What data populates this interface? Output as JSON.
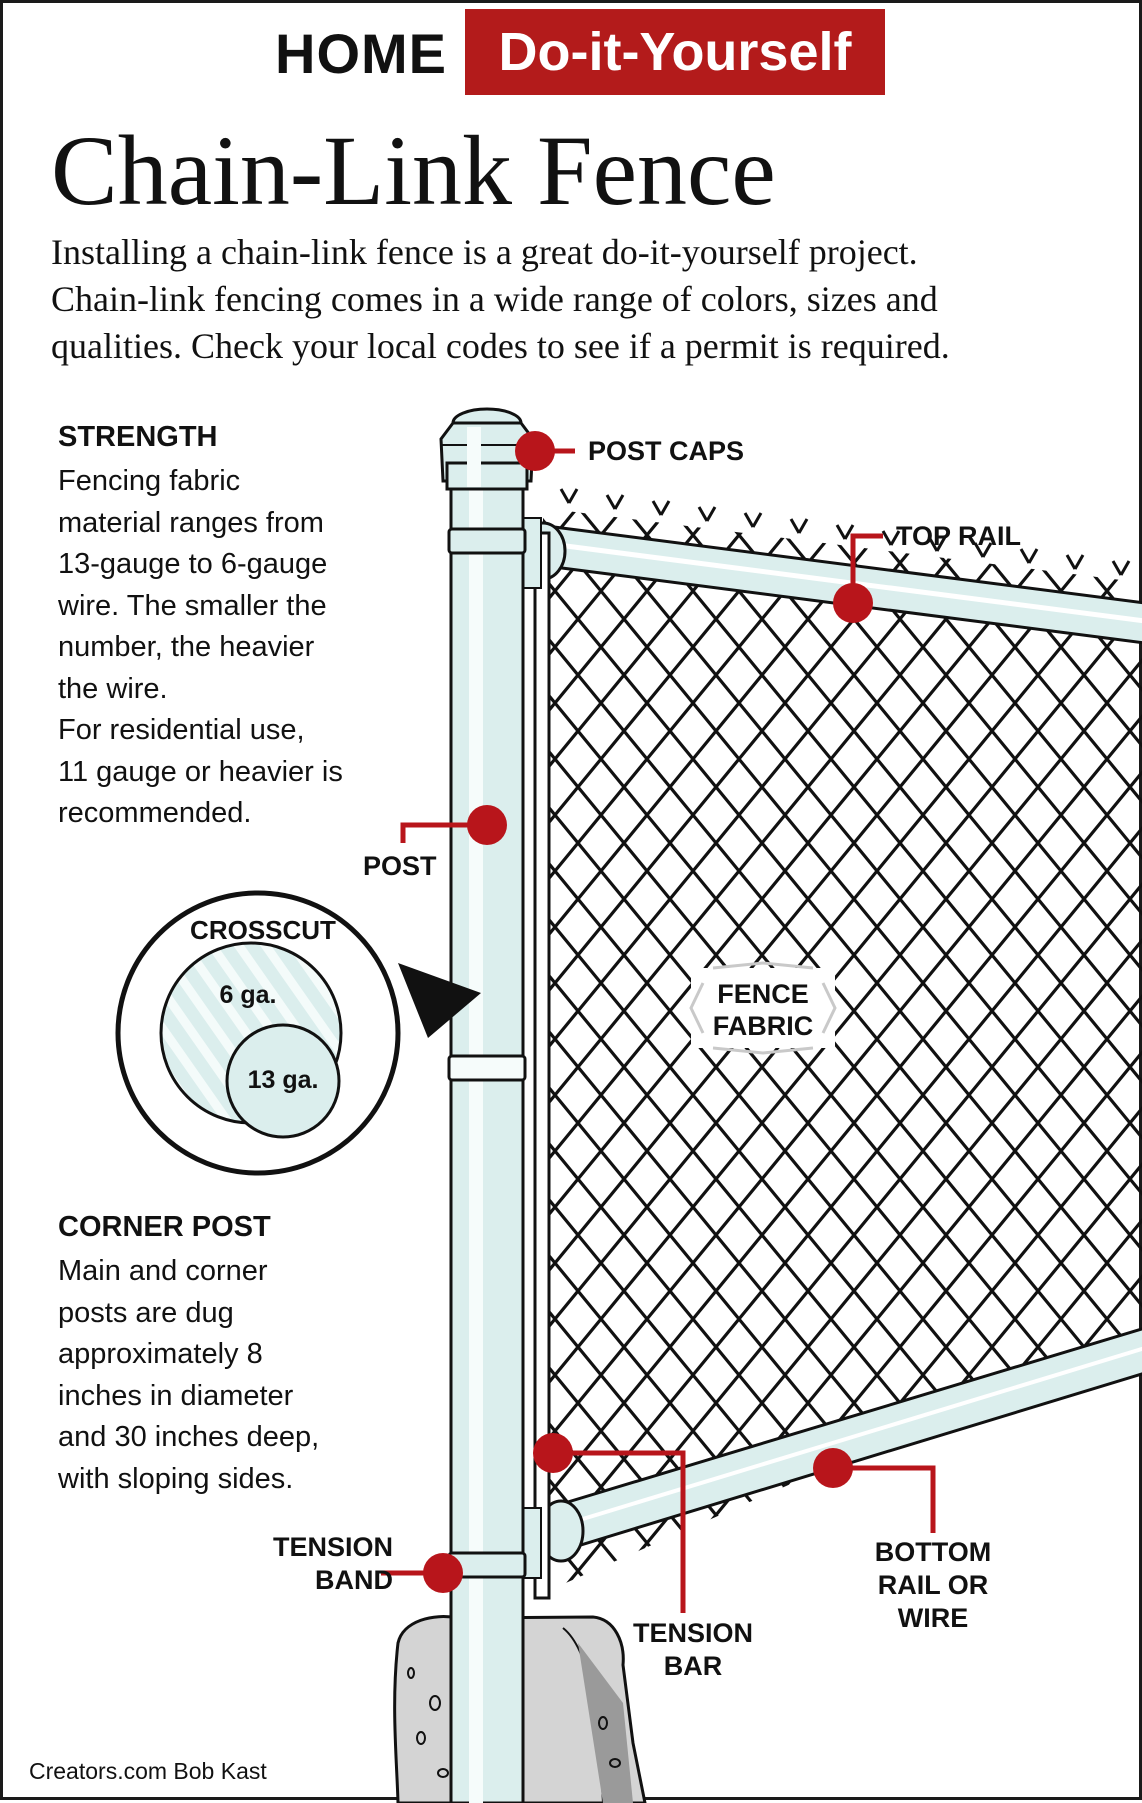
{
  "header": {
    "home": "HOME",
    "diy": "Do-it-Yourself"
  },
  "title": "Chain-Link Fence",
  "intro_lines": [
    "Installing a chain-link fence is a great do-it-yourself project.",
    "Chain-link fencing comes in a wide range of colors, sizes and",
    "qualities. Check your local codes to see if a permit is required."
  ],
  "strength": {
    "heading": "STRENGTH",
    "lines": [
      "Fencing fabric",
      "material ranges from",
      "13-gauge to 6-gauge",
      "wire. The smaller the",
      "number, the heavier",
      "the wire.",
      "For residential use,",
      "11 gauge or heavier is",
      "recommended."
    ]
  },
  "crosscut": {
    "title": "CROSSCUT",
    "large": "6 ga.",
    "small": "13 ga."
  },
  "corner_post": {
    "heading": "CORNER POST",
    "lines": [
      "Main and corner",
      "posts are dug",
      "approximately 8",
      "inches in diameter",
      "and 30 inches deep,",
      "with sloping sides."
    ]
  },
  "callouts": {
    "post_caps": "POST CAPS",
    "top_rail": "TOP RAIL",
    "post": "POST",
    "fence_fabric": [
      "FENCE",
      "FABRIC"
    ],
    "tension_band": [
      "TENSION",
      "BAND"
    ],
    "tension_bar": [
      "TENSION",
      "BAR"
    ],
    "bottom_rail": [
      "BOTTOM",
      "RAIL OR",
      "WIRE"
    ]
  },
  "credit": "Creators.com Bob Kast",
  "colors": {
    "accent_red": "#b31b1b",
    "marker_red": "#b8151b",
    "pipe_fill": "#dbeeed",
    "ink": "#111111",
    "concrete": "#cfcfcf"
  },
  "icons": [
    "callout-marker-dot",
    "magnifier-pointer-triangle"
  ]
}
